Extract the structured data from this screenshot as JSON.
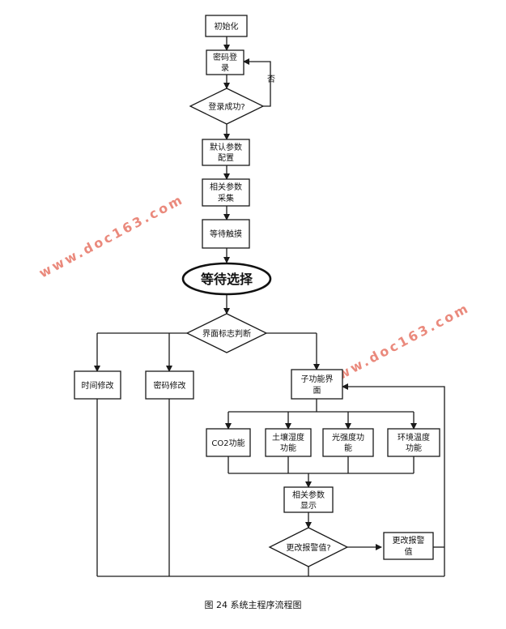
{
  "nodes": {
    "init": "初始化",
    "password_login": [
      "密码登",
      "录"
    ],
    "login_success": "登录成功?",
    "no_label": "否",
    "default_params": [
      "默认参数",
      "配置"
    ],
    "collect_params": [
      "相关参数",
      "采集"
    ],
    "wait_touch": "等待触摸",
    "wait_select": "等待选择",
    "interface_flag": "界面标志判断",
    "time_modify": "时间修改",
    "password_modify": "密码修改",
    "sub_function": [
      "子功能界",
      "面"
    ],
    "co2_function": "CO2功能",
    "soil_humidity": [
      "土壤湿度",
      "功能"
    ],
    "light_intensity": [
      "光强度功",
      "能"
    ],
    "env_temperature": [
      "环境温度",
      "功能"
    ],
    "display_params": [
      "相关参数",
      "显示"
    ],
    "change_alarm": "更改报警值?",
    "change_alarm_value": [
      "更改报警",
      "值"
    ]
  },
  "watermark": "www.doc163.com",
  "caption": "图 24  系统主程序流程图"
}
